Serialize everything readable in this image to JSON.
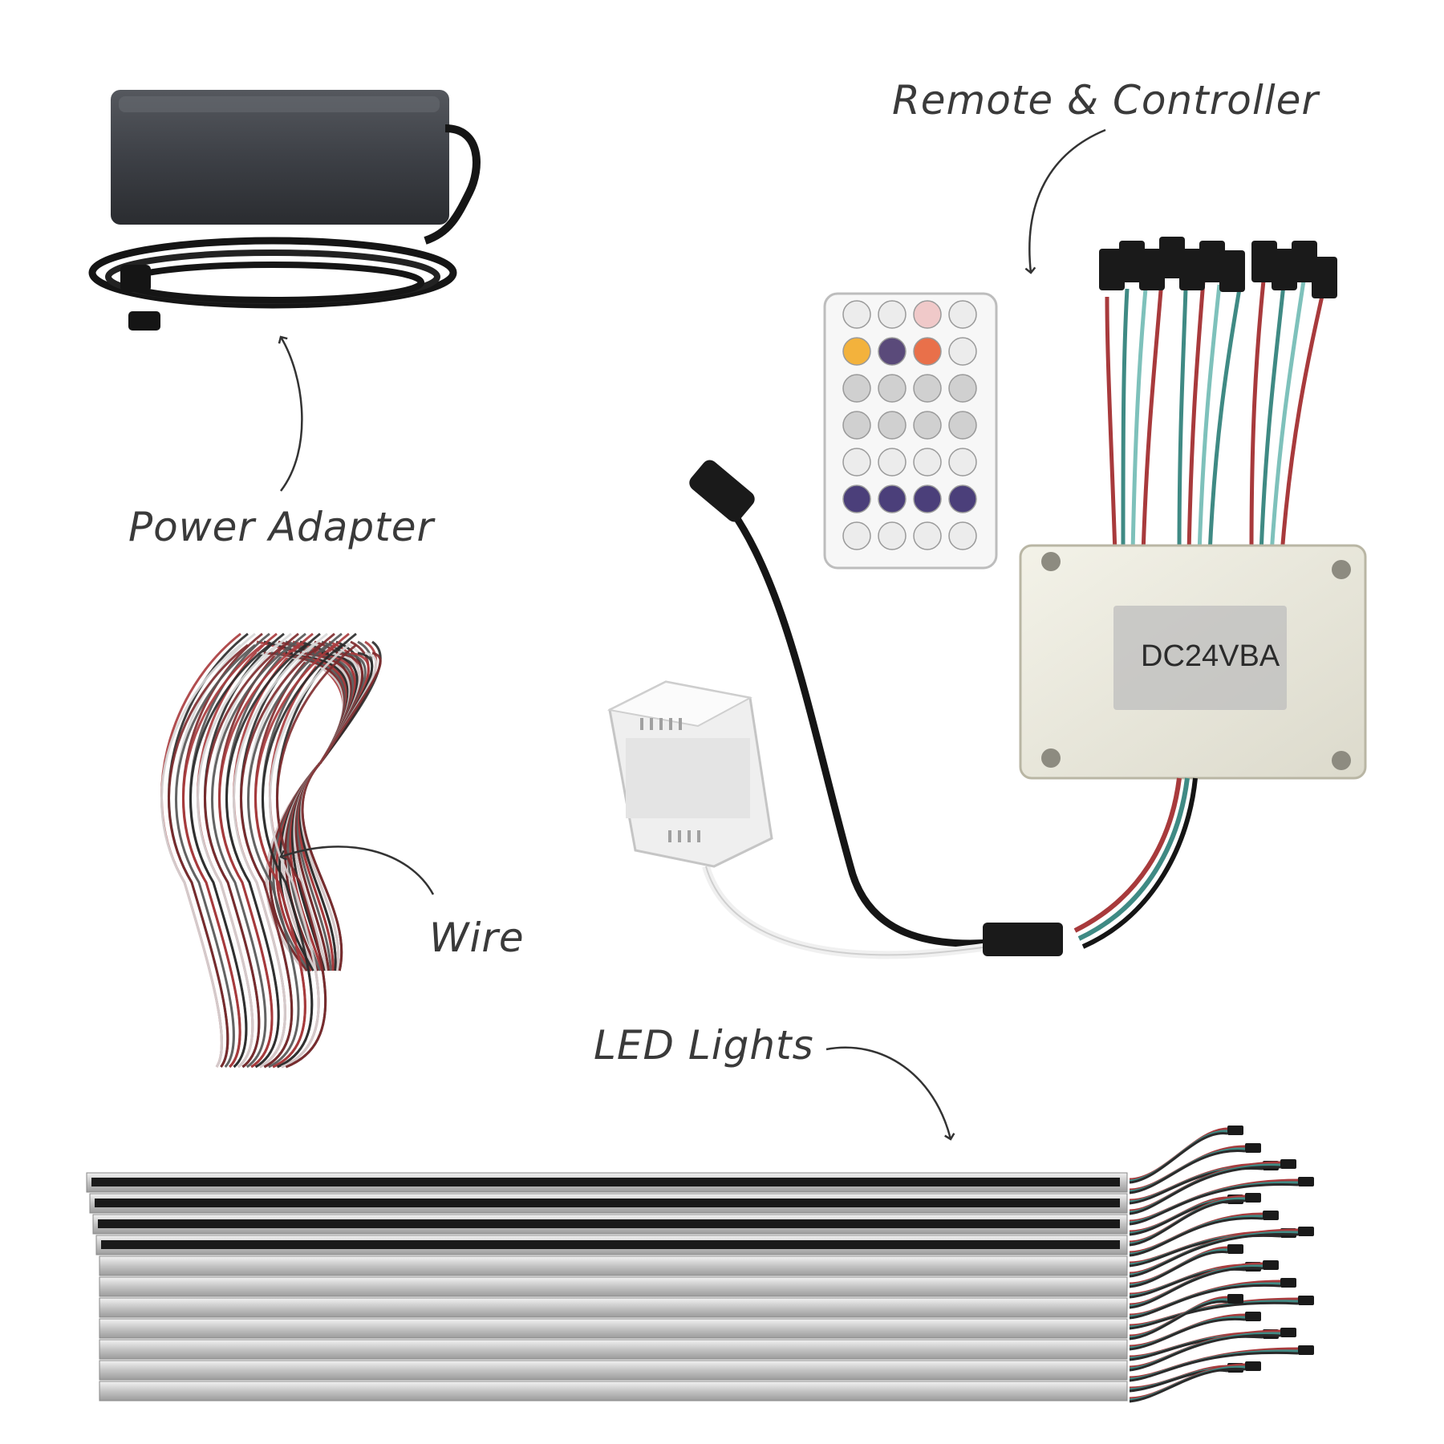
{
  "labels": {
    "remote_controller": "Remote & Controller",
    "power_adapter": "Power Adapter",
    "wire": "Wire",
    "led_lights": "LED Lights"
  },
  "controller": {
    "model_text": "DC24VBA"
  },
  "colors": {
    "label_text": "#3a3a3a",
    "adapter_body": "#3c3f44",
    "cable_black": "#151515",
    "controller_body": "#ecebde",
    "wire_red": "#a83a3c",
    "wire_teal": "#3f8a84",
    "aluminum": "#c9c9c9",
    "diffuser_black": "#1a1a1a"
  },
  "products": [
    {
      "name": "power-adapter",
      "icon": "power-brick"
    },
    {
      "name": "remote",
      "icon": "ir-remote"
    },
    {
      "name": "controller",
      "icon": "junction-box"
    },
    {
      "name": "wire",
      "icon": "wire-bundle"
    },
    {
      "name": "led-lights",
      "icon": "light-bar"
    }
  ],
  "led_strip_count": 11,
  "remote_button_rows": 7,
  "remote_button_cols": 4
}
